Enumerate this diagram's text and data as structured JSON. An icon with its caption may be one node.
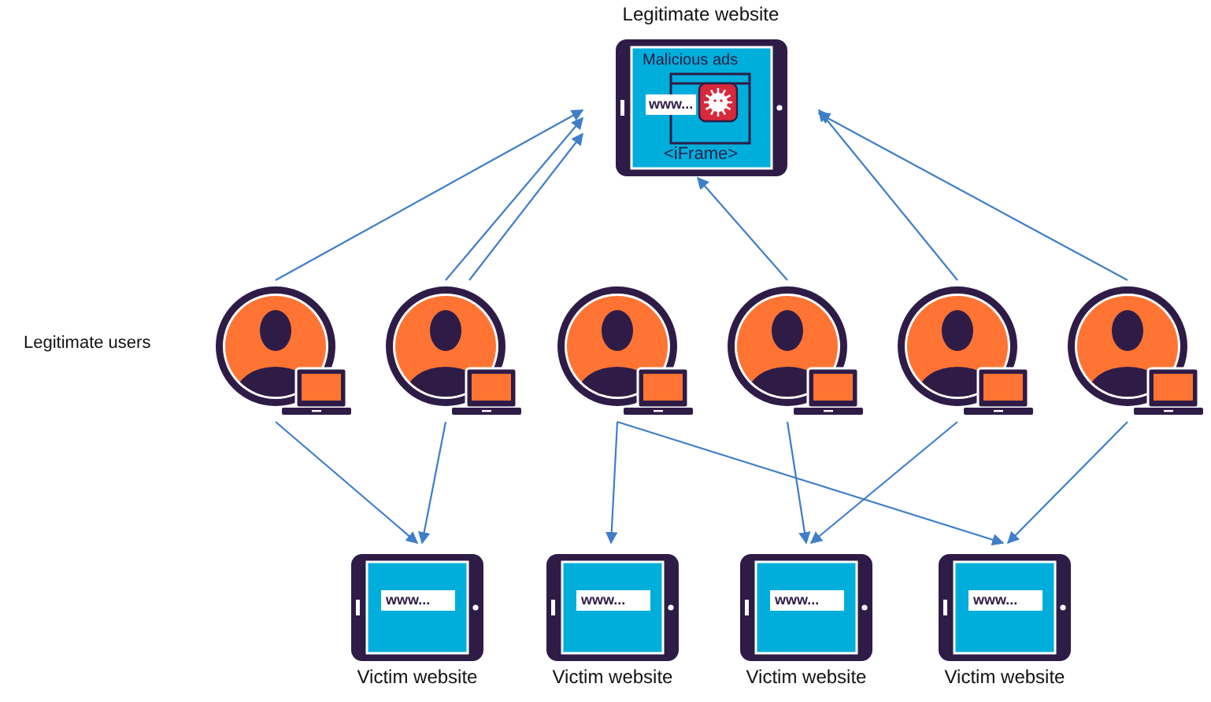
{
  "diagram": {
    "nodes": [
      {
        "text": [
          "Legitimate website",
          "Malicious ads",
          "www...",
          "<iFrame>"
        ]
      },
      {
        "text": [],
        "shape": "person"
      },
      {
        "text": [],
        "shape": "person"
      },
      {
        "text": [],
        "shape": "person"
      },
      {
        "text": [],
        "shape": "person"
      },
      {
        "text": [],
        "shape": "person"
      },
      {
        "text": [],
        "shape": "person"
      },
      {
        "text": [
          "www...",
          "Victim website"
        ]
      },
      {
        "text": [
          "www...",
          "Victim website"
        ]
      },
      {
        "text": [
          "www...",
          "Victim website"
        ]
      },
      {
        "text": [
          "www...",
          "Victim website"
        ]
      }
    ],
    "edges": [
      {
        "from": 1,
        "to": 0,
        "arrow": "to"
      },
      {
        "from": 2,
        "to": 0,
        "arrow": "to"
      },
      {
        "from": 2,
        "to": 0,
        "arrow": "to"
      },
      {
        "from": 4,
        "to": 0,
        "arrow": "to"
      },
      {
        "from": 5,
        "to": 0,
        "arrow": "to"
      },
      {
        "from": 6,
        "to": 0,
        "arrow": "to"
      },
      {
        "from": 1,
        "to": 7,
        "arrow": "to"
      },
      {
        "from": 2,
        "to": 7,
        "arrow": "to"
      },
      {
        "from": 3,
        "to": 8,
        "arrow": "to"
      },
      {
        "from": 3,
        "to": 10,
        "arrow": "to"
      },
      {
        "from": 4,
        "to": 9,
        "arrow": "to"
      },
      {
        "from": 5,
        "to": 9,
        "arrow": "to"
      },
      {
        "from": 6,
        "to": 10,
        "arrow": "to"
      }
    ],
    "labels": [
      "Legitimate users"
    ]
  }
}
